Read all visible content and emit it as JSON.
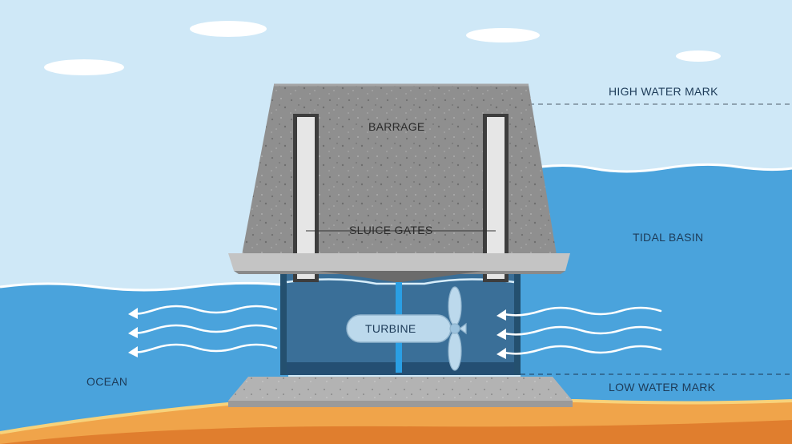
{
  "labels": {
    "high_water_mark": "HIGH WATER MARK",
    "barrage": "BARRAGE",
    "sluice_gates": "SLUICE GATES",
    "tidal_basin": "TIDAL BASIN",
    "turbine": "TURBINE",
    "ocean": "OCEAN",
    "low_water_mark": "LOW WATER MARK"
  },
  "colors": {
    "sky": "#cfe8f7",
    "ocean": "#4aa3dc",
    "basin": "#4aa3dc",
    "concrete": "#8f8f8f",
    "sand": "#f0a44a",
    "turbine_chamber": "#3a6f98"
  }
}
